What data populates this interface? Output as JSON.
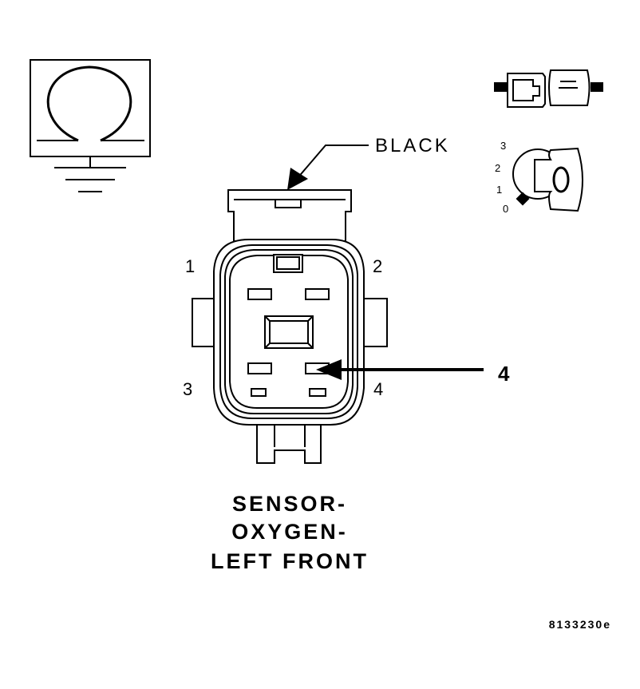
{
  "callout": {
    "wire_color": "BLACK",
    "pin_callout": "4"
  },
  "pins": {
    "p1": "1",
    "p2": "2",
    "p3": "3",
    "p4": "4"
  },
  "title": {
    "line1": "SENSOR-",
    "line2": "OXYGEN-",
    "line3": "LEFT FRONT"
  },
  "ignition": {
    "pos3": "3",
    "pos2": "2",
    "pos1": "1",
    "pos0": "0"
  },
  "figure_id": "8133230e",
  "colors": {
    "ink": "#000000",
    "background": "#ffffff"
  },
  "icons": [
    "ohmmeter-ground-icon",
    "connector-disconnect-icon",
    "ignition-key-off-icon"
  ]
}
